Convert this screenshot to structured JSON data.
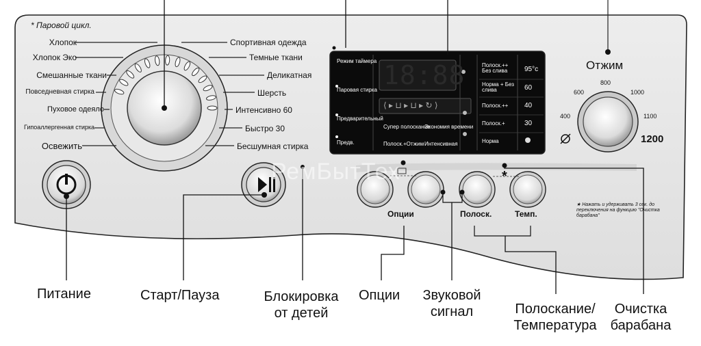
{
  "program_dial": {
    "steam_header": "* Паровой цикл.",
    "left_programs": [
      "Хлопок",
      "Хлопок Эко",
      "Смешанные ткани",
      "Повседневная стирка",
      "Пуховое одеяло",
      "Гипоаллергенная стирка",
      "Освежить"
    ],
    "right_programs": [
      "Спортивная одежда",
      "Темные ткани",
      "Деликатная",
      "Шерсть",
      "Интенсивно 60",
      "Быстро 30",
      "Бесшумная стирка"
    ]
  },
  "display": {
    "time_digits": "18:88",
    "mode_labels": [
      "Режим таймера",
      "Паровая стирка",
      "Предвари­тельный",
      "Предв."
    ],
    "options": [
      "Супер полоскание",
      "Экономия времени",
      "Полоск.+Отжим",
      "Интенсивная"
    ],
    "rinse_levels": [
      "Полоск.++ Без слива",
      "Норма + Без слива",
      "Полоск.++",
      "Полоск.+",
      "Норма"
    ],
    "temperatures": [
      "95°c",
      "60",
      "40",
      "30"
    ]
  },
  "spin": {
    "title": "Отжим",
    "speeds": [
      "400",
      "600",
      "800",
      "1000",
      "1100",
      "1200"
    ]
  },
  "buttons": {
    "options_label": "Опции",
    "rinse_label": "Полоск.",
    "temp_label": "Темп."
  },
  "note": "★ Нажать и удерживать 3 сек. до переключения на функцию \"Очистка барабана\"",
  "watermark": "РемБытТех",
  "callouts": {
    "power": "Питание",
    "start_pause": "Старт/Пауза",
    "child_lock": "Блокировка от детей",
    "options": "Опции",
    "sound": "Звуковой сигнал",
    "rinse_temp": "Полоскание/ Температура",
    "drum_clean": "Очистка барабана"
  }
}
